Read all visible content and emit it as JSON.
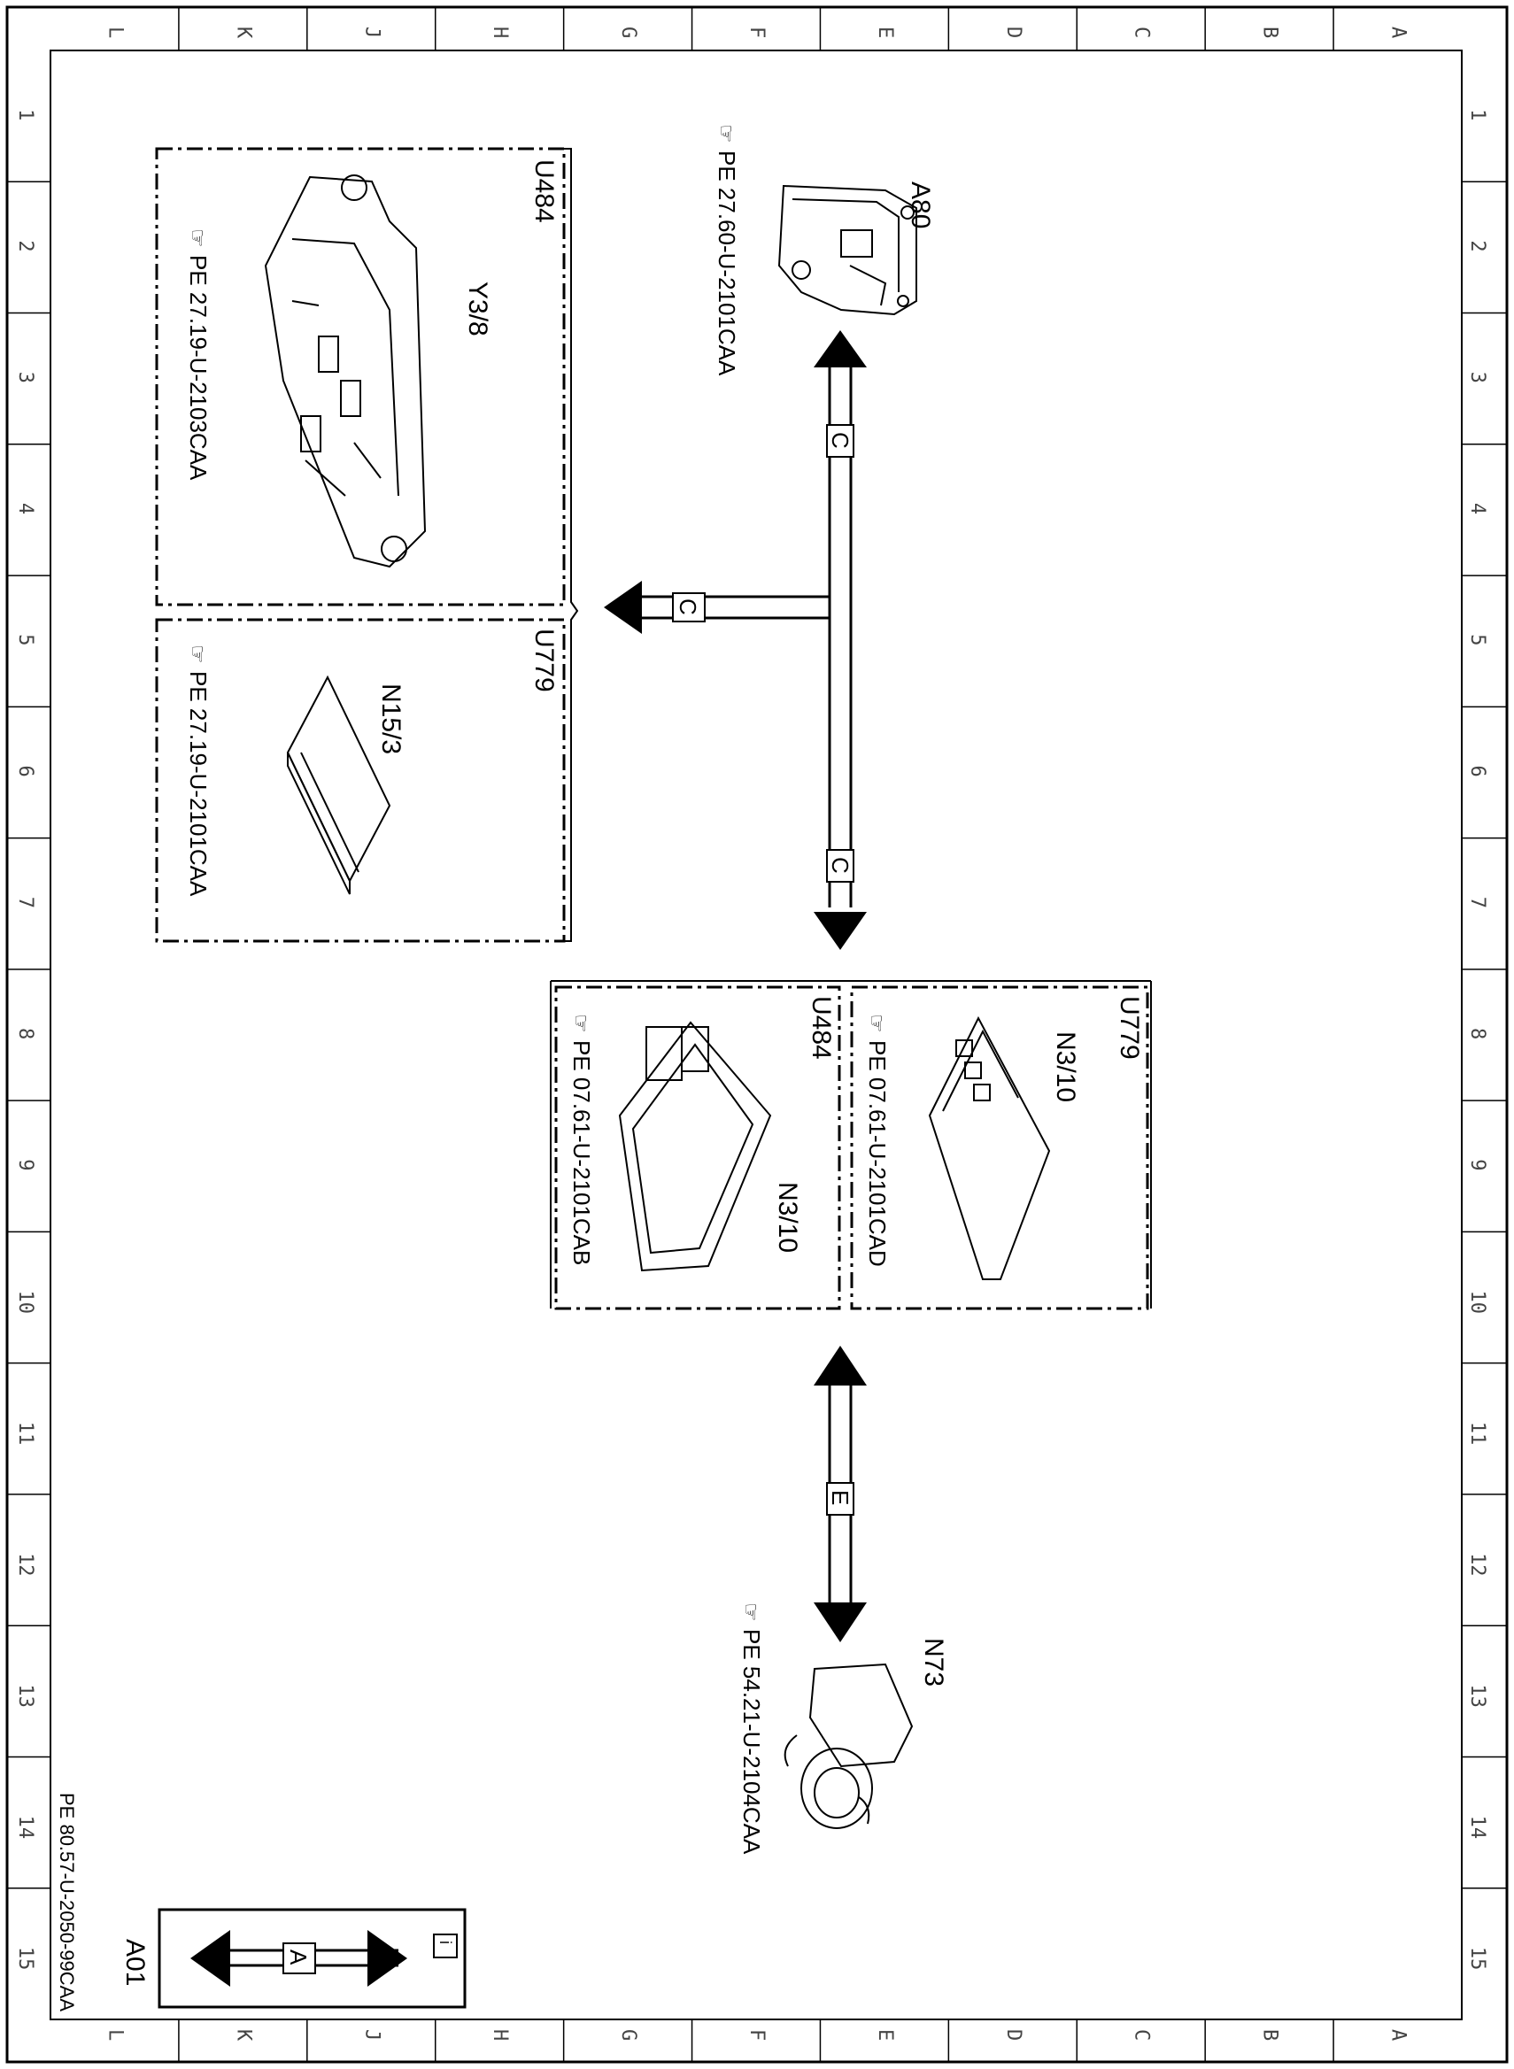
{
  "sheet": {
    "columns": [
      "L",
      "K",
      "J",
      "H",
      "G",
      "F",
      "E",
      "D",
      "C",
      "B",
      "A"
    ],
    "rows": [
      "1",
      "2",
      "3",
      "4",
      "5",
      "6",
      "7",
      "8",
      "9",
      "10",
      "11",
      "12",
      "13",
      "14",
      "15"
    ],
    "drawing_number": "PE 80.57-U-2050-99CAA",
    "sheet_id": "A01"
  },
  "components": {
    "a80": {
      "code": "A80",
      "ref": "PE 27.60-U-2101CAA"
    },
    "y38": {
      "group": "U484",
      "code": "Y3/8",
      "ref": "PE 27.19-U-2103CAA"
    },
    "n153": {
      "group": "U779",
      "code": "N15/3",
      "ref": "PE 27.19-U-2101CAA"
    },
    "n310_u484": {
      "group": "U484",
      "code": "N3/10",
      "ref": "PE 07.61-U-2101CAB"
    },
    "n310_u779": {
      "group": "U779",
      "code": "N3/10",
      "ref": "PE 07.61-U-2101CAD"
    },
    "n73": {
      "code": "N73",
      "ref": "PE 54.21-U-2104CAA"
    }
  },
  "connections": {
    "bus_c_top": "C",
    "bus_c_left": "C",
    "bus_c_bottom": "C",
    "bus_e": "E"
  },
  "legend": {
    "bus": "A",
    "info_icon": "i"
  }
}
